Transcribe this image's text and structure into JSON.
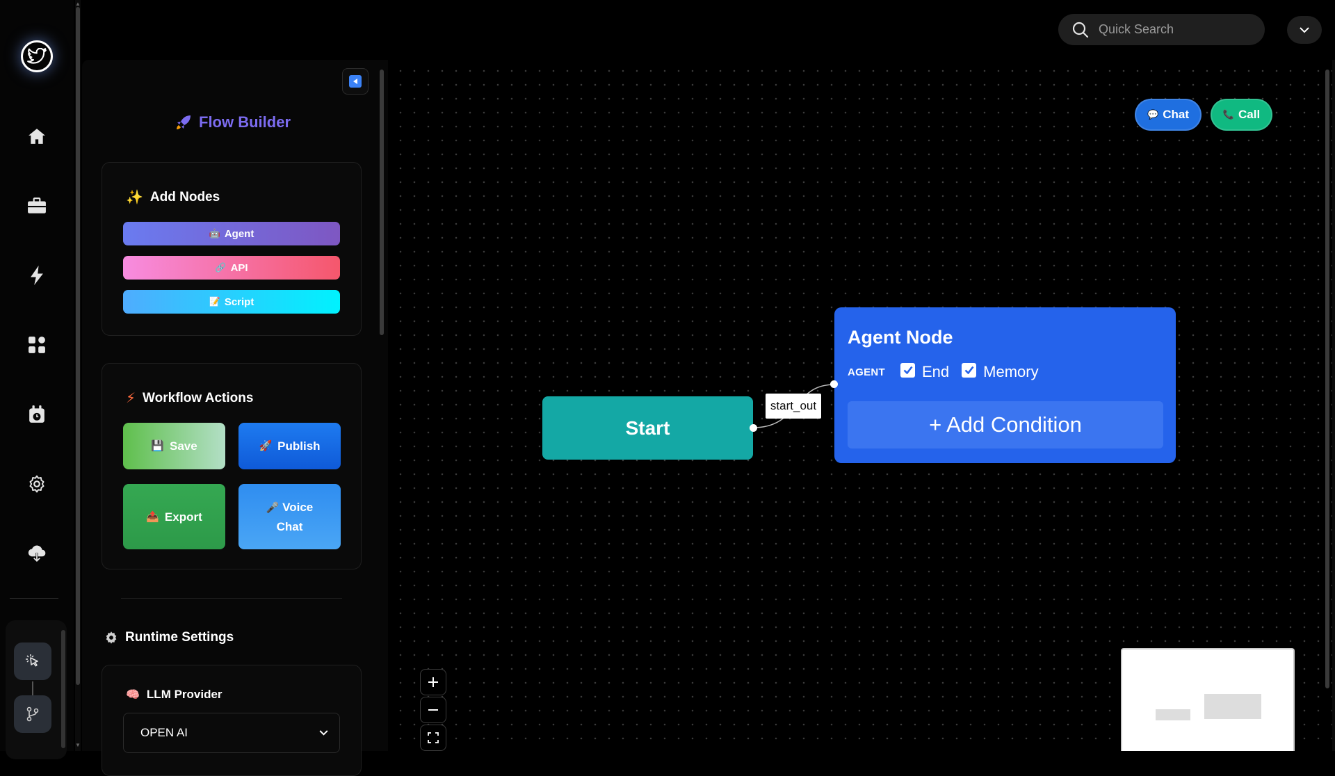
{
  "topbar": {
    "search_placeholder": "Quick Search"
  },
  "panel": {
    "title": "Flow Builder",
    "add_nodes": {
      "title": "Add Nodes",
      "buttons": [
        {
          "label": "Agent",
          "colors": [
            "#6a7bf0",
            "#7e57c2"
          ]
        },
        {
          "label": "API",
          "colors": [
            "#f78ce0",
            "#f5576c"
          ]
        },
        {
          "label": "Script",
          "colors": [
            "#4facfe",
            "#00f2fe"
          ]
        }
      ]
    },
    "workflow_actions": {
      "title": "Workflow Actions",
      "save": "Save",
      "publish": "Publish",
      "export": "Export",
      "voice_chat": "Voice Chat"
    },
    "runtime": {
      "title": "Runtime Settings",
      "llm_provider_label": "LLM Provider",
      "llm_provider_value": "OPEN AI"
    }
  },
  "canvas": {
    "chat_label": "Chat",
    "call_label": "Call",
    "start_node_label": "Start",
    "edge_label": "start_out",
    "agent_node": {
      "title": "Agent Node",
      "tag": "AGENT",
      "end_label": "End",
      "memory_label": "Memory",
      "end_checked": true,
      "memory_checked": true,
      "add_condition": "+ Add Condition"
    }
  },
  "colors": {
    "accent_purple": "#7c6cf0",
    "start_node": "#14a8a5",
    "agent_node": "#2563eb",
    "chat_pill": "#2563eb",
    "call_pill": "#10b981"
  }
}
